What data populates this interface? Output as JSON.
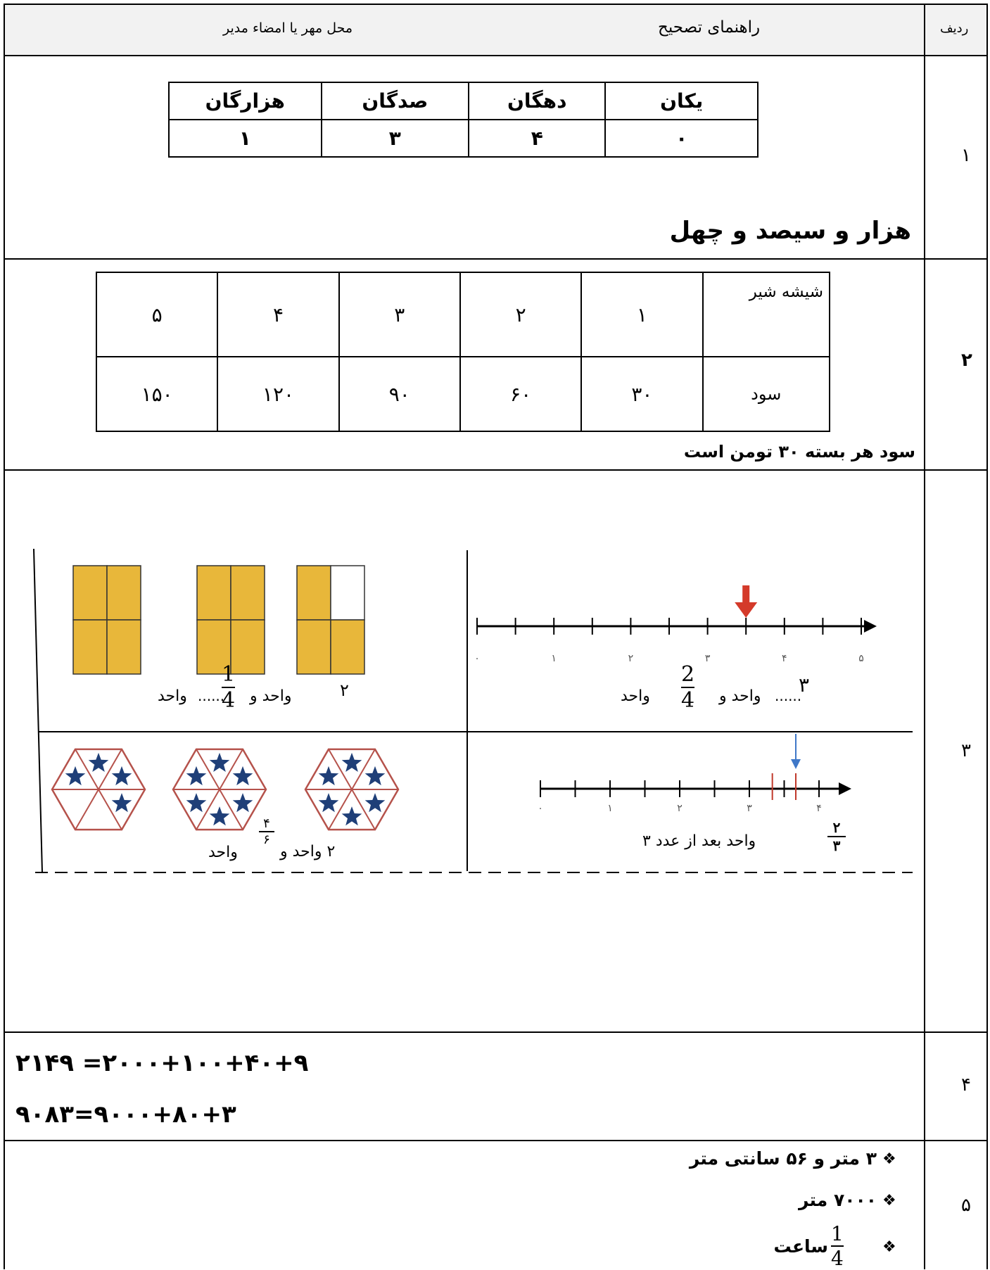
{
  "header": {
    "row_label": "ردیف",
    "guide_title": "راهنمای تصحیح",
    "stamp_area": "محل مهر یا امضاء مدیر"
  },
  "rows": [
    {
      "number": "۱",
      "place_value_table": {
        "headers": [
          "یکان",
          "دهگان",
          "صدگان",
          "هزارگان"
        ],
        "values": [
          "۰",
          "۴",
          "۳",
          "۱"
        ]
      },
      "answer": "هزار و سیصد و چهل"
    },
    {
      "number": "۲",
      "milk_table": {
        "row1_label": "شیشه شیر",
        "row1": [
          "۱",
          "۲",
          "۳",
          "۴",
          "۵"
        ],
        "row2_label": "سود",
        "row2": [
          "۳۰",
          "۶۰",
          "۹۰",
          "۱۲۰",
          "۱۵۰"
        ]
      },
      "answer": "سود هر بسته ۳۰ تومن است"
    },
    {
      "number": "۳",
      "top_right": {
        "axis_ticks": [
          "۰",
          "۱",
          "۲",
          "۳",
          "۴",
          "۵"
        ],
        "arrow_value": 3.5,
        "caption_prefix": "واحد",
        "caption_and": "واحد و",
        "dots": "......",
        "whole": "۳",
        "frac_num": "2",
        "frac_den": "4"
      },
      "top_left": {
        "caption_prefix": "واحد",
        "caption_and": "واحد و",
        "dots": "......",
        "whole": "۲",
        "frac_num": "1",
        "frac_den": "4",
        "filled_quarters": [
          4,
          4,
          3
        ]
      },
      "bottom_right": {
        "axis_ticks": [
          "۰",
          "۱",
          "۲",
          "۳",
          "۴"
        ],
        "arrow_value": 3.6667,
        "caption": "واحد بعد از عدد ۳",
        "frac_num": "۲",
        "frac_den": "۳"
      },
      "bottom_left": {
        "caption_whole": "۲ واحد و",
        "caption_unit": "واحد",
        "frac_num": "۴",
        "frac_den": "۶",
        "stars_per_hexagon": [
          4,
          6,
          6
        ]
      }
    },
    {
      "number": "۴",
      "equations": [
        "۲۱۴۹ =۲۰۰۰+۱۰۰+۴۰+۹",
        "۹۰۸۳=۹۰۰۰+۸۰+۳"
      ]
    },
    {
      "number": "۵",
      "bullets": [
        "۳ متر و ۵۶ سانتی متر",
        "۷۰۰۰ متر",
        "ساعت"
      ],
      "bullet3_frac_num": "1",
      "bullet3_frac_den": "4",
      "bullet_glyph": "❖"
    }
  ],
  "colors": {
    "fill_yellow": "#e8b73a",
    "hex_line": "#b5524b",
    "star_blue": "#1f3f78",
    "arrow_red": "#d43a2a",
    "arrow_blue": "#3f78c8",
    "header_bg": "#f2f2f2"
  }
}
